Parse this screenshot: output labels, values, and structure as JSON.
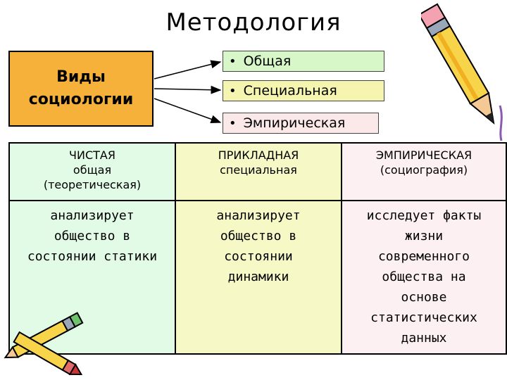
{
  "title": "Методология",
  "left_box": {
    "line1": "Виды",
    "line2": "социологии"
  },
  "types": [
    {
      "label": "Общая"
    },
    {
      "label": "Специальная"
    },
    {
      "label": "Эмпирическая"
    }
  ],
  "table": {
    "columns": [
      {
        "head": [
          "ЧИСТАЯ",
          "общая",
          "(теоретическая)"
        ],
        "body": [
          "анализирует",
          "общество в",
          "состоянии статики"
        ]
      },
      {
        "head": [
          "ПРИКЛАДНАЯ",
          "специальная"
        ],
        "body": [
          "анализирует",
          "общество в",
          "состоянии",
          "динамики"
        ]
      },
      {
        "head": [
          "ЭМПИРИЧЕСКАЯ",
          "(социография)"
        ],
        "body": [
          "исследует факты",
          "жизни",
          "современного",
          "общества на",
          "основе",
          "статистических",
          "данных"
        ]
      }
    ]
  },
  "colors": {
    "left_box": "#f5b13a",
    "type1": "#d7f7c8",
    "type2": "#f5f5b0",
    "type3": "#fbe8e8",
    "col1": "#e2fbe6",
    "col2": "#f6f8c6",
    "col3": "#fcf0f2"
  },
  "icons": [
    "pencil-icon",
    "pencil-icon",
    "pencil-icon"
  ]
}
